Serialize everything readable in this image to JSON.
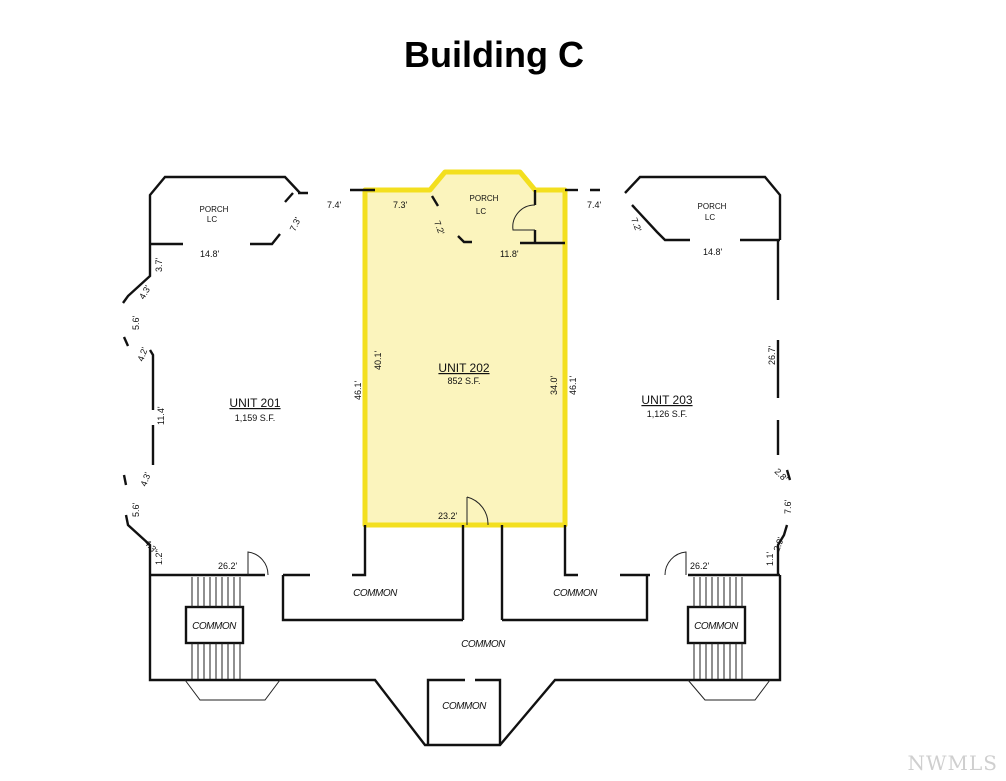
{
  "title": "Building C",
  "watermark": "NWMLS",
  "highlight_color": "#f3df1f",
  "highlight_fill": "#fbf4bd",
  "units": {
    "u201": {
      "name": "UNIT 201",
      "area": "1,159 S.F.",
      "porch": "PORCH",
      "porch_mark": "LC",
      "dims": [
        "7.4'",
        "7.3'",
        "14.8'",
        "3.7'",
        "4.3'",
        "5.6'",
        "4.2'",
        "11.4'",
        "4.3'",
        "5.6'",
        "4.3'",
        "1.2'",
        "26.2'",
        "46.1'"
      ]
    },
    "u202": {
      "name": "UNIT 202",
      "area": "852 S.F.",
      "porch": "PORCH",
      "porch_mark": "LC",
      "highlighted": true,
      "dims": [
        "7.3'",
        "7.2'",
        "11.8'",
        "40.1'",
        "34.0'",
        "46.1'",
        "23.2'"
      ]
    },
    "u203": {
      "name": "UNIT 203",
      "area": "1,126 S.F.",
      "porch": "PORCH",
      "porch_mark": "LC",
      "dims": [
        "7.4'",
        "7.2'",
        "14.8'",
        "26.7'",
        "2.8'",
        "7.6'",
        "2.9'",
        "1.1'",
        "26.2'"
      ]
    }
  },
  "common": [
    "COMMON",
    "COMMON",
    "COMMON",
    "COMMON",
    "COMMON",
    "COMMON"
  ]
}
